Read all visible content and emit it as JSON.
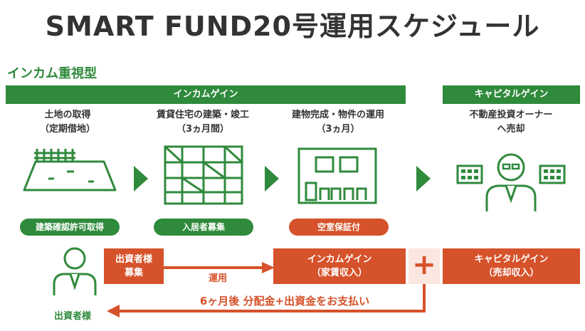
{
  "title": "SMART FUND20号運用スケジュール",
  "type_label": "インカム重視型",
  "bars": {
    "income": "インカムゲイン",
    "capital": "キャピタルゲイン"
  },
  "steps": [
    {
      "line1": "土地の取得",
      "line2": "（定期借地）",
      "badge": "建築確認許可取得"
    },
    {
      "line1": "賃貸住宅の建築・竣工",
      "line2": "（3ヵ月間）",
      "badge": "入居者募集"
    },
    {
      "line1": "建物完成・物件の運用",
      "line2": "（3ヵ月）",
      "badge": "空室保証付"
    },
    {
      "line1": "不動産投資オーナー",
      "line2": "へ売却",
      "badge": ""
    }
  ],
  "flow": {
    "investor_label": "出資者様",
    "recruit_line1": "出資者様",
    "recruit_line2": "募集",
    "operation_label": "運用",
    "income_line1": "インカムゲイン",
    "income_line2": "（家賃収入）",
    "plus": "+",
    "capital_line1": "キャピタルゲイン",
    "capital_line2": "（売却収入）",
    "payout": "6ヶ月後 分配金+出資金をお支払い"
  },
  "colors": {
    "green": "#2f8a3c",
    "orange": "#d6522a",
    "text": "#333333"
  }
}
